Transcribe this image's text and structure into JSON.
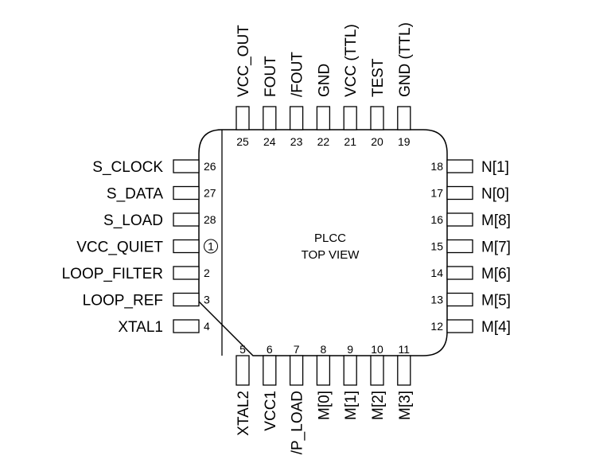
{
  "package": {
    "title": "PLCC",
    "subtitle": "TOP VIEW"
  },
  "top_pins": [
    {
      "number": "25",
      "signal": "VCC_OUT"
    },
    {
      "number": "24",
      "signal": "FOUT"
    },
    {
      "number": "23",
      "signal": "/FOUT"
    },
    {
      "number": "22",
      "signal": "GND"
    },
    {
      "number": "21",
      "signal": "VCC (TTL)"
    },
    {
      "number": "20",
      "signal": "TEST"
    },
    {
      "number": "19",
      "signal": "GND (TTL)"
    }
  ],
  "left_pins": [
    {
      "number": "26",
      "signal": "S_CLOCK"
    },
    {
      "number": "27",
      "signal": "S_DATA"
    },
    {
      "number": "28",
      "signal": "S_LOAD"
    },
    {
      "number": "1",
      "signal": "VCC_QUIET",
      "circled": true
    },
    {
      "number": "2",
      "signal": "LOOP_FILTER"
    },
    {
      "number": "3",
      "signal": "LOOP_REF"
    },
    {
      "number": "4",
      "signal": "XTAL1"
    }
  ],
  "right_pins": [
    {
      "number": "18",
      "signal": "N[1]"
    },
    {
      "number": "17",
      "signal": "N[0]"
    },
    {
      "number": "16",
      "signal": "M[8]"
    },
    {
      "number": "15",
      "signal": "M[7]"
    },
    {
      "number": "14",
      "signal": "M[6]"
    },
    {
      "number": "13",
      "signal": "M[5]"
    },
    {
      "number": "12",
      "signal": "M[4]"
    }
  ],
  "bottom_pins": [
    {
      "number": "5",
      "signal": "XTAL2"
    },
    {
      "number": "6",
      "signal": "VCC1"
    },
    {
      "number": "7",
      "signal": "/P_LOAD"
    },
    {
      "number": "8",
      "signal": "M[0]"
    },
    {
      "number": "9",
      "signal": "M[1]"
    },
    {
      "number": "10",
      "signal": "M[2]"
    },
    {
      "number": "11",
      "signal": "M[3]"
    }
  ]
}
